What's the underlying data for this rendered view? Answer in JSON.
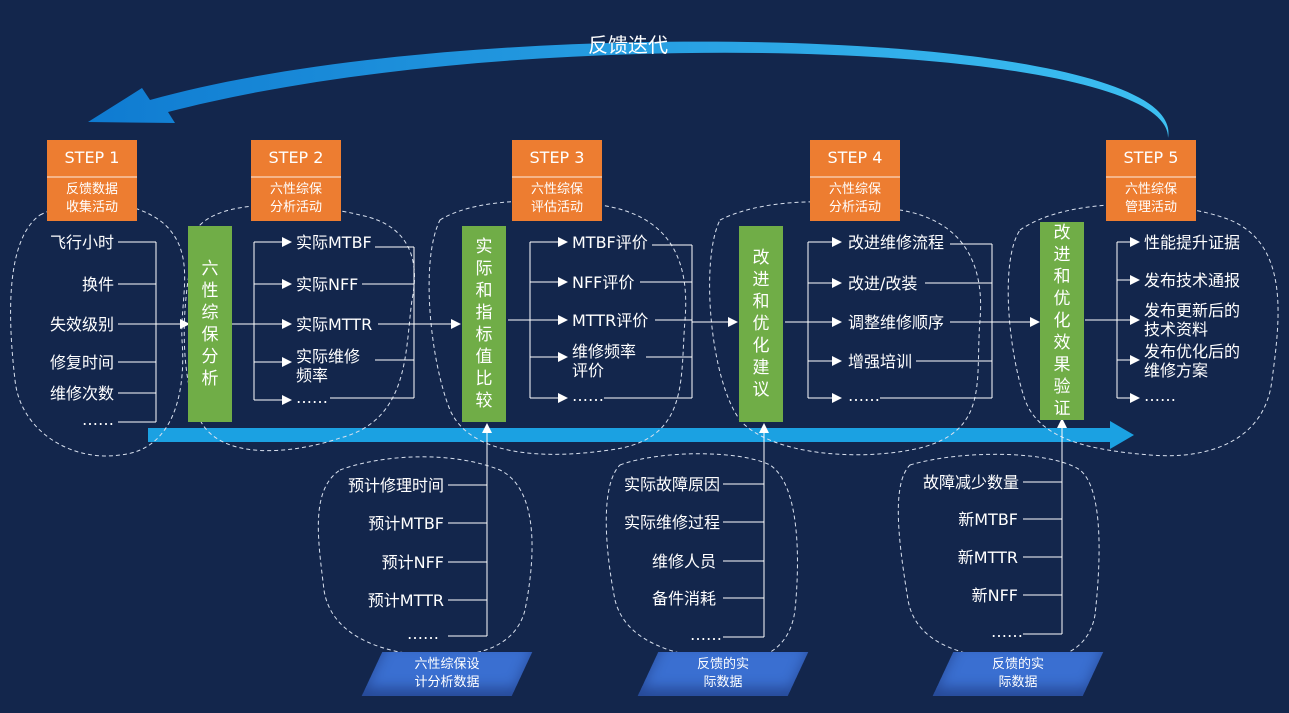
{
  "title": "反馈迭代",
  "steps": [
    {
      "label": "STEP 1",
      "sub": "反馈数据\n收集活动"
    },
    {
      "label": "STEP 2",
      "sub": "六性综保\n分析活动"
    },
    {
      "label": "STEP 3",
      "sub": "六性综保\n评估活动"
    },
    {
      "label": "STEP 4",
      "sub": "六性综保\n分析活动"
    },
    {
      "label": "STEP 5",
      "sub": "六性综保\n管理活动"
    }
  ],
  "bars": [
    "六性综保分析",
    "实际和指标值比较",
    "改进和优化建议",
    "改进和优化效果验证"
  ],
  "col1": [
    "飞行小时",
    "换件",
    "失效级别",
    "修复时间",
    "维修次数",
    "……"
  ],
  "col2": [
    "实际MTBF",
    "实际NFF",
    "实际MTTR",
    "实际维修\n频率",
    "……"
  ],
  "col3": [
    "MTBF评价",
    "NFF评价",
    "MTTR评价",
    "维修频率\n评价",
    "……"
  ],
  "col4": [
    "改进维修流程",
    "改进/改装",
    "调整维修顺序",
    "增强培训",
    "……"
  ],
  "col5": [
    "性能提升证据",
    "发布技术通报",
    "发布更新后的\n技术资料",
    "发布优化后的\n维修方案",
    "……"
  ],
  "bottom1": [
    "预计修理时间",
    "预计MTBF",
    "预计NFF",
    "预计MTTR",
    "……"
  ],
  "bottom2": [
    "实际故障原因",
    "实际维修过程",
    "维修人员",
    "备件消耗",
    "……"
  ],
  "bottom3": [
    "故障减少数量",
    "新MTBF",
    "新MTTR",
    "新NFF",
    "……"
  ],
  "sources": [
    "六性综保设\n计分析数据",
    "反馈的实\n际数据",
    "反馈的实\n际数据"
  ],
  "colors": {
    "background": "#13264c",
    "step": "#ed7d31",
    "bar": "#70ad47",
    "arrow": "#1ba1e2",
    "source": "#3a6fd1"
  }
}
